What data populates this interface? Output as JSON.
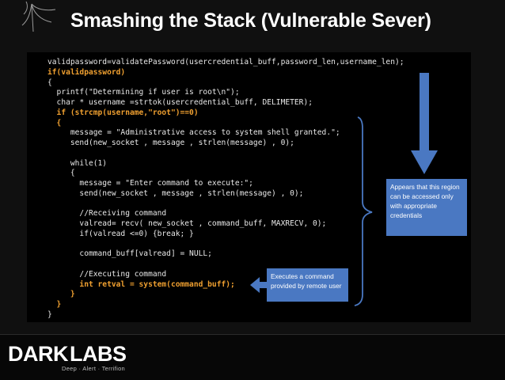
{
  "slide": {
    "title": "Smashing the Stack (Vulnerable Sever)"
  },
  "code": {
    "lines": [
      {
        "text": "validpassword=validatePassword(usercredential_buff,password_len,username_len);",
        "highlight": false
      },
      {
        "text": "if(validpassword)",
        "highlight": true
      },
      {
        "text": "{",
        "highlight": false
      },
      {
        "text": "  printf(\"Determining if user is root\\n\");",
        "highlight": false
      },
      {
        "text": "  char * username =strtok(usercredential_buff, DELIMETER);",
        "highlight": false
      },
      {
        "text": "  if (strcmp(username,\"root\")==0)",
        "highlight": true
      },
      {
        "text": "  {",
        "highlight": true
      },
      {
        "text": "     message = \"Administrative access to system shell granted.\";",
        "highlight": false
      },
      {
        "text": "     send(new_socket , message , strlen(message) , 0);",
        "highlight": false
      },
      {
        "text": "",
        "highlight": false
      },
      {
        "text": "     while(1)",
        "highlight": false
      },
      {
        "text": "     {",
        "highlight": false
      },
      {
        "text": "       message = \"Enter command to execute:\";",
        "highlight": false
      },
      {
        "text": "       send(new_socket , message , strlen(message) , 0);",
        "highlight": false
      },
      {
        "text": "",
        "highlight": false
      },
      {
        "text": "       //Receiving command",
        "highlight": false
      },
      {
        "text": "       valread= recv( new_socket , command_buff, MAXRECV, 0);",
        "highlight": false
      },
      {
        "text": "       if(valread <=0) {break; }",
        "highlight": false
      },
      {
        "text": "",
        "highlight": false
      },
      {
        "text": "       command_buff[valread] = NULL;",
        "highlight": false
      },
      {
        "text": "",
        "highlight": false
      },
      {
        "text": "       //Executing command",
        "highlight": false
      },
      {
        "text": "       int retval = system(command_buff);",
        "highlight": true
      },
      {
        "text": "     }",
        "highlight": true
      },
      {
        "text": "  }",
        "highlight": true
      },
      {
        "text": "}",
        "highlight": false
      }
    ]
  },
  "callouts": {
    "executes": "Executes a command provided by remote user",
    "appears": "Appears that this region can be accessed only with appropriate credentials"
  },
  "footer": {
    "logo_dark": "DARK",
    "logo_labs": "LABS",
    "tagline": "Deep · Alert · Terrifion"
  },
  "colors": {
    "highlight": "#f0a030",
    "callout": "#4a78c2",
    "arrow": "#4a78c2"
  }
}
